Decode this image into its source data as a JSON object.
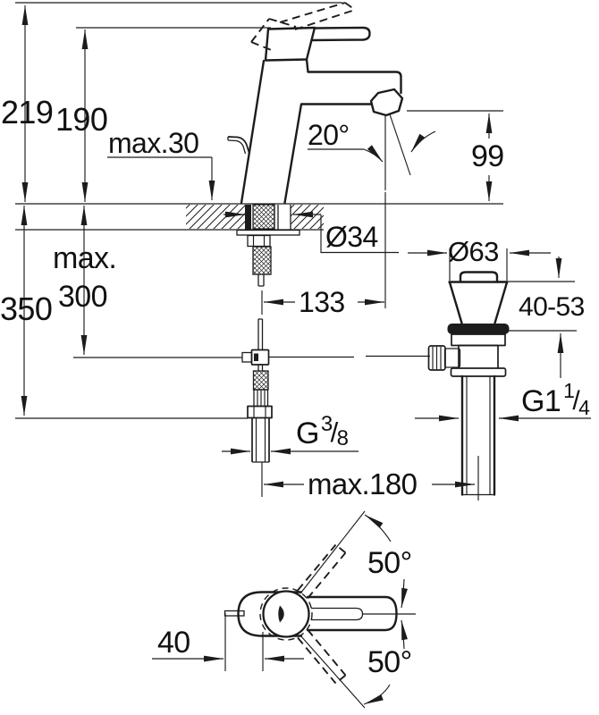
{
  "drawing": {
    "description": "Technical dimension drawing of a single-lever basin mixer with pop-up waste set: side elevation, waste-set detail and plan view of lever swing",
    "colors": {
      "ink": "#1c1c1c",
      "background": "#ffffff"
    },
    "views": {
      "elevation": {
        "dims": {
          "total_height": "219",
          "lever_height": "190",
          "deck_thickness": "max.30",
          "spout_angle": "20°",
          "outlet_height": "99",
          "hole_diameter": "Ø34",
          "spout_reach": "133",
          "hose_clearance_line1": "max.",
          "hose_clearance_line2": "300",
          "hose_length": "350",
          "supply_thread": {
            "prefix": "G",
            "sup": "3",
            "slash": "/",
            "sub": "8"
          },
          "center_distance": "max.180"
        }
      },
      "waste": {
        "dims": {
          "flange_diameter": "Ø63",
          "deck_range": "40-53",
          "waste_thread": {
            "prefix": "G1",
            "sup": "1",
            "slash": "/",
            "sub": "4"
          }
        }
      },
      "plan": {
        "dims": {
          "lever_swing_up": "50°",
          "lever_swing_down": "50°",
          "rod_offset": "40"
        }
      }
    }
  }
}
